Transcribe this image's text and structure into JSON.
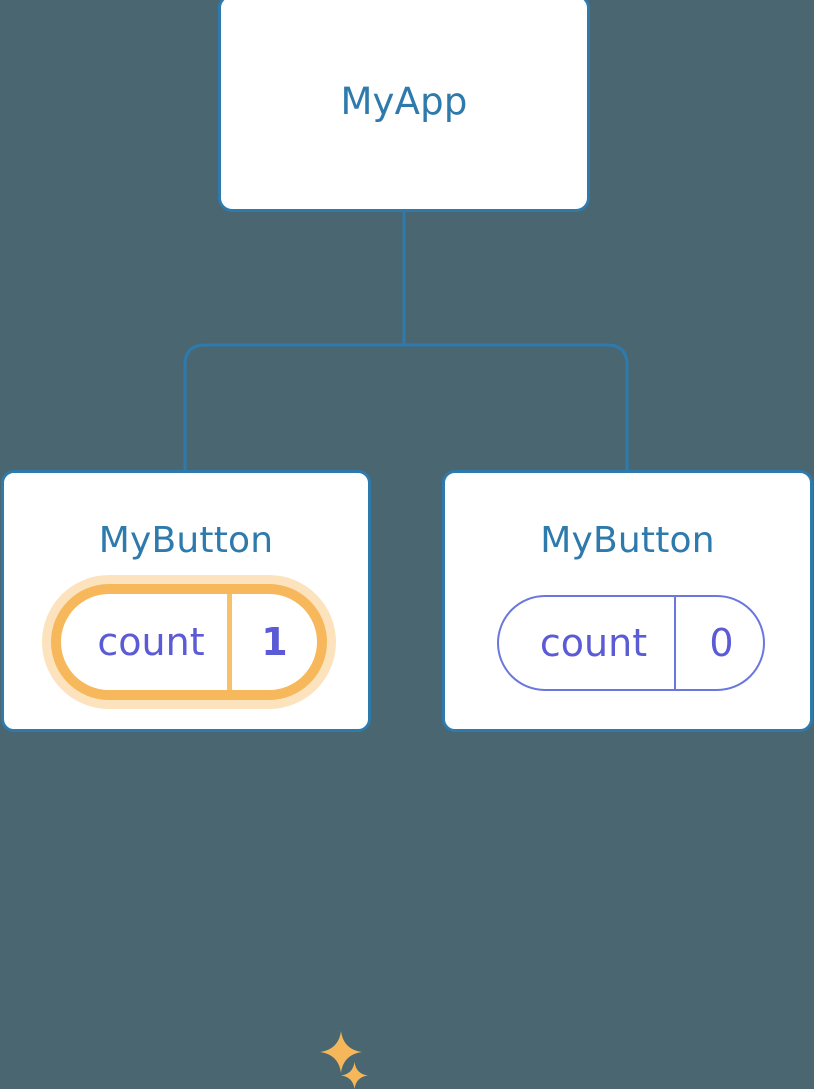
{
  "diagram": {
    "type": "component-tree",
    "background_color": "#4a6670",
    "edge_color": "#2e7aad"
  },
  "root": {
    "title": "MyApp"
  },
  "children": [
    {
      "title": "MyButton",
      "highlighted": true,
      "state": {
        "key": "count",
        "value": "1"
      },
      "highlight_color": "#f7b85c",
      "glow_color": "#fbdeb2",
      "sparkle_icons": [
        "sparkle-large-icon",
        "sparkle-small-icon"
      ]
    },
    {
      "title": "MyButton",
      "highlighted": false,
      "state": {
        "key": "count",
        "value": "0"
      },
      "pill_color": "#6b77de"
    }
  ],
  "colors": {
    "node_border": "#2e7aad",
    "node_title": "#2e7aad",
    "node_fill": "#ffffff",
    "state_text": "#5b5bd6",
    "accent_amber": "#f7b85c"
  }
}
